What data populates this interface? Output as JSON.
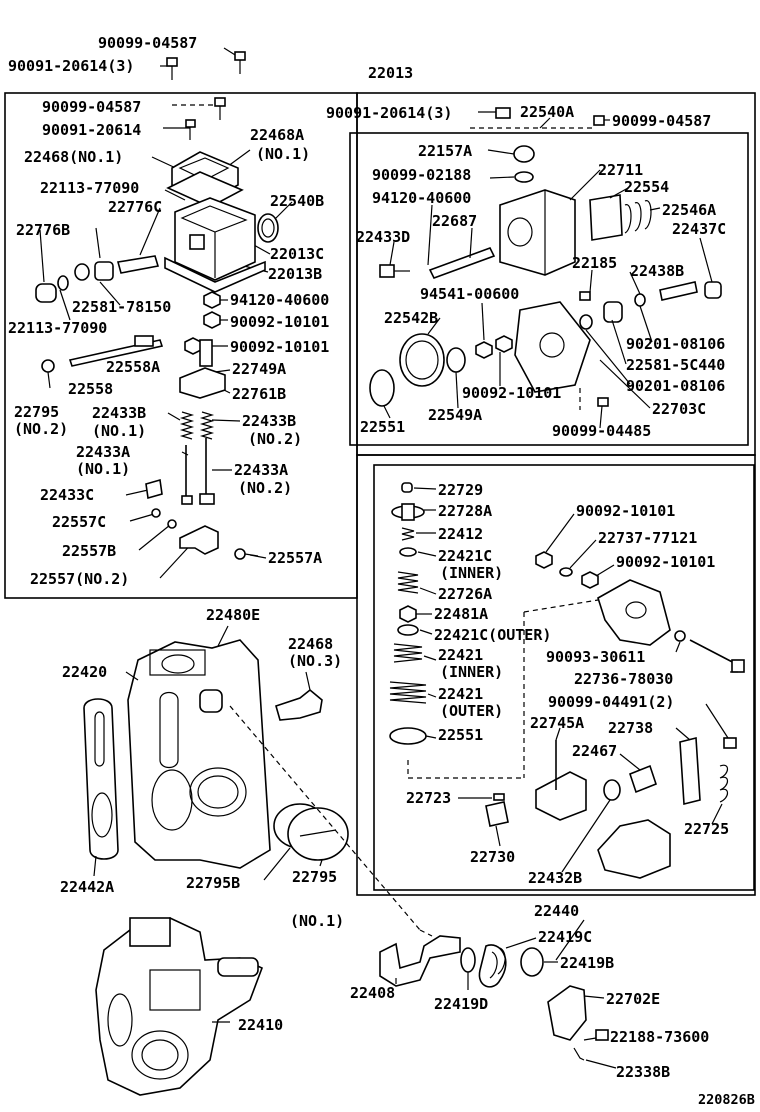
{
  "figure_id": "220826B",
  "labels": {
    "top_left_1": "90099-04587",
    "top_left_2": "90091-20614(3)",
    "top_title": "22013",
    "l1": "90099-04587",
    "l2": "90091-20614",
    "l3": "22468A",
    "l3b": "(NO.1)",
    "l4": "22468(NO.1)",
    "l5": "22113-77090",
    "l6": "22776C",
    "l7": "22540B",
    "l8": "22776B",
    "l9": "22013C",
    "l10": "22013B",
    "l11": "22581-78150",
    "l12": "94120-40600",
    "l13": "22113-77090",
    "l14": "90092-10101",
    "l15": "22558A",
    "l16": "90092-10101",
    "l17": "22558",
    "l18": "22749A",
    "l19": "22795",
    "l19b": "(NO.2)",
    "l20": "22761B",
    "l21": "22433B",
    "l21b": "(NO.1)",
    "l22": "22433B",
    "l22b": "(NO.2)",
    "l23": "22433A",
    "l23b": "(NO.1)",
    "l24": "22433A",
    "l24b": "(NO.2)",
    "l25": "22433C",
    "l26": "22557C",
    "l27": "22557B",
    "l28": "22557A",
    "l29": "22557(NO.2)",
    "r1": "90091-20614(3)",
    "r2": "22540A",
    "r3": "90099-04587",
    "r4": "22157A",
    "r5": "22711",
    "r6": "90099-02188",
    "r7": "22554",
    "r8": "94120-40600",
    "r9": "22546A",
    "r10": "22687",
    "r11": "22433D",
    "r12": "22437C",
    "r13": "22185",
    "r14": "22438B",
    "r15": "94541-00600",
    "r16": "22542B",
    "r17": "90201-08106",
    "r18": "22581-5C440",
    "r19": "90092-10101",
    "r20": "90201-08106",
    "r21": "22551",
    "r22": "22549A",
    "r23": "22703C",
    "r24": "90099-04485",
    "g1": "22729",
    "g2": "22728A",
    "g3": "90092-10101",
    "g4": "22412",
    "g5": "22737-77121",
    "g6": "22421C",
    "g6b": "(INNER)",
    "g7": "90092-10101",
    "g8": "22726A",
    "g9": "22481A",
    "g10": "22421C(OUTER)",
    "g11": "22421",
    "g11b": "(INNER)",
    "g12": "90093-30611",
    "g13": "22736-78030",
    "g14": "22421",
    "g14b": "(OUTER)",
    "g15": "90099-04491(2)",
    "g16": "22745A",
    "g17": "22738",
    "g18": "22551",
    "g19": "22467",
    "g20": "22723",
    "g21": "22725",
    "g22": "22730",
    "g23": "22432B",
    "b1": "22480E",
    "b2": "22468",
    "b2b": "(NO.3)",
    "b3": "22420",
    "b4": "22442A",
    "b5": "22795B",
    "b6": "22795",
    "b6b": "(NO.1)",
    "b7": "22440",
    "b8": "22419C",
    "b9": "22419B",
    "b10": "22408",
    "b11": "22419D",
    "b12": "22702E",
    "b13": "22410",
    "b14": "22188-73600",
    "b15": "22338B"
  }
}
